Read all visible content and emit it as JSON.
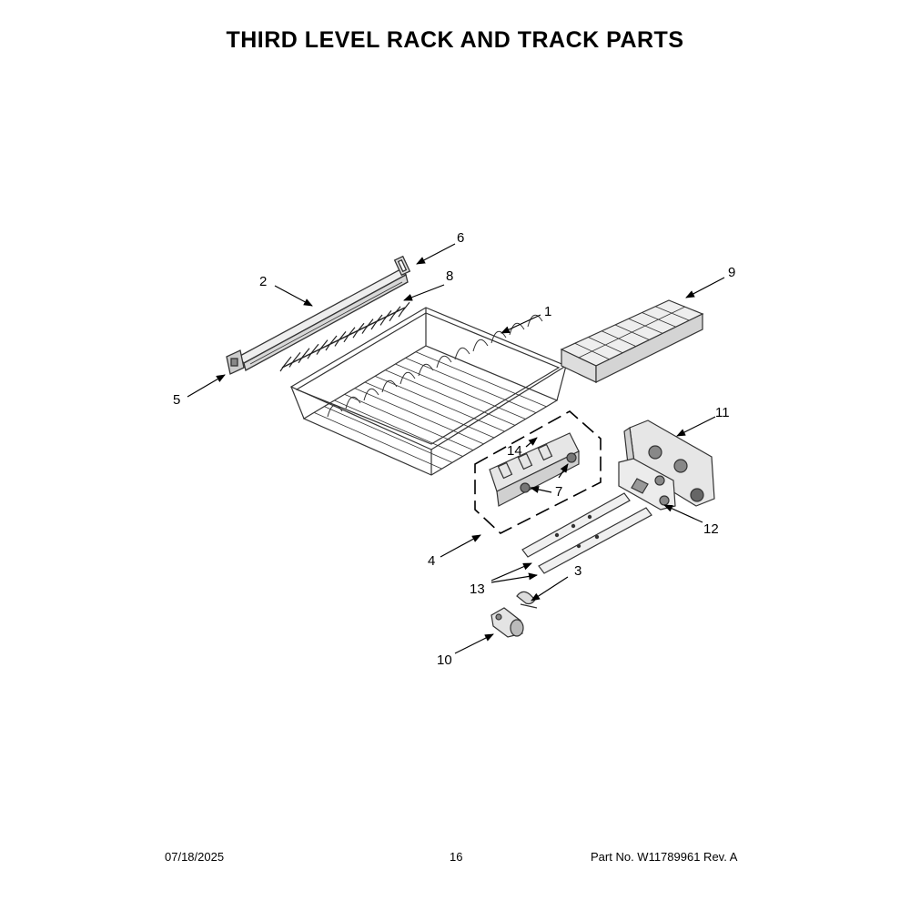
{
  "title": "THIRD LEVEL RACK AND TRACK PARTS",
  "callouts": [
    "1",
    "2",
    "3",
    "4",
    "5",
    "6",
    "7",
    "8",
    "9",
    "10",
    "11",
    "12",
    "13",
    "14"
  ],
  "parts": {
    "upper_rack": "",
    "track_rail": "",
    "end_cap": "",
    "rail_assembly_dashed": "",
    "tines_row": "",
    "cutlery_tray": "",
    "adjuster_left": "",
    "adjuster_right": "",
    "rods": "",
    "clip": "",
    "wheel_bracket": ""
  },
  "footer": {
    "date": "07/18/2025",
    "page": "16",
    "part": "Part No.  W11789961  Rev.  A"
  },
  "colors": {
    "line": "#000000",
    "part_stroke": "#333333",
    "part_fill": "#e6e6e6"
  }
}
